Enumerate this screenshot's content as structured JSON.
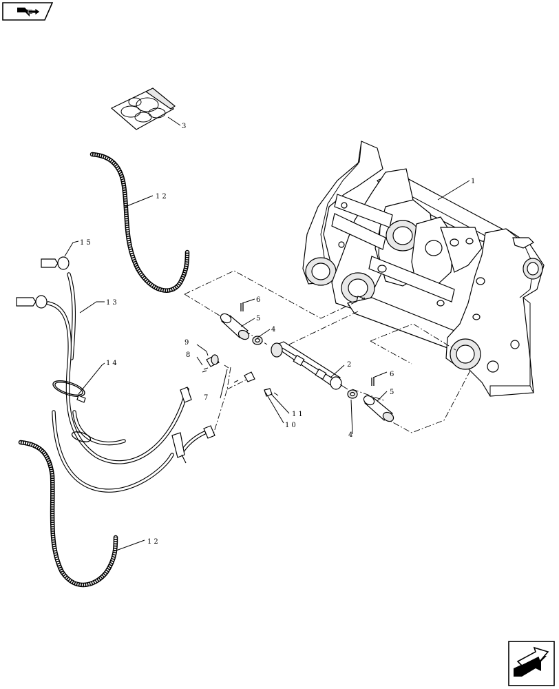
{
  "nav": {
    "prev_icon": "book-arrow-icon",
    "next_icon": "next-page-arrow-icon"
  },
  "callouts": {
    "c1": "1",
    "c2": "2",
    "c3": "3",
    "c4a": "4",
    "c4b": "4",
    "c5a": "5",
    "c5b": "5",
    "c6a": "6",
    "c6b": "6",
    "c7": "7",
    "c8": "8",
    "c9": "9",
    "c10": "10",
    "c11": "11",
    "c12a": "12",
    "c12b": "12",
    "c13": "13",
    "c14": "14",
    "c15": "15"
  }
}
